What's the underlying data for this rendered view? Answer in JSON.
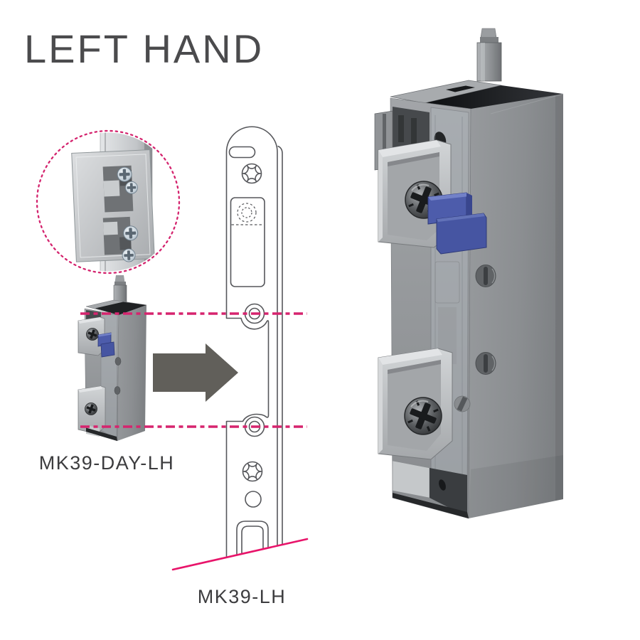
{
  "title": "LEFT HAND",
  "products": {
    "small": {
      "label": "MK39-DAY-LH"
    },
    "plate_drawing": {
      "label": "MK39-LH"
    }
  },
  "figures": [
    {
      "name": "detail-magnifier-circle",
      "meaning": "dotted circle magnifying the metal keep detail"
    },
    {
      "name": "small-product-render",
      "meaning": "MK39-DAY-LH keep module render"
    },
    {
      "name": "transfer-arrow",
      "meaning": "grey arrow pointing right to faceplate"
    },
    {
      "name": "faceplate-outline-drawing",
      "meaning": "outline drawing of left hand faceplate"
    },
    {
      "name": "alignment-line-top",
      "meaning": "dashed alignment line through upper fixing hole"
    },
    {
      "name": "alignment-line-bottom",
      "meaning": "dashed alignment line through lower fixing hole"
    },
    {
      "name": "continuation-cut-line",
      "meaning": "solid diagonal break line at plate bottom"
    },
    {
      "name": "large-product-render",
      "meaning": "enlarged keep module render"
    }
  ],
  "colors": {
    "background": "#ffffff",
    "title_text": "#4b4b4d",
    "label_text": "#3d3d3f",
    "magenta_dashed": "#d6246e",
    "magenta_solid": "#e8146a",
    "outline_grey": "#56575b",
    "arrow_grey": "#615f5a",
    "body_grey": "#8b8e91",
    "body_top_dark": "#1b1d1f",
    "metal_light": "#c6c9cc",
    "blue_component": "#4a5aa8"
  }
}
